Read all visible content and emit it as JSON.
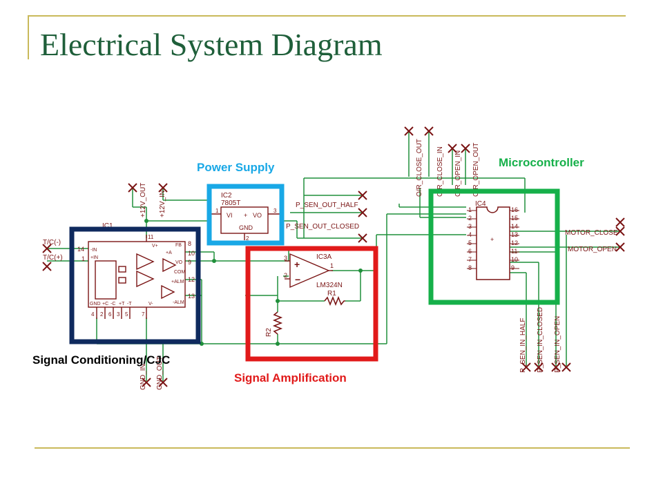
{
  "title": "Electrical System Diagram",
  "colors": {
    "title": "#1f5f3a",
    "frame": "#c9b95a",
    "signal_conditioning": "#0f2a5e",
    "power_supply": "#19a8e6",
    "signal_amplification": "#e11a1a",
    "microcontroller": "#16b04a",
    "wire": "#1f8f3a",
    "component": "#7a1414"
  },
  "blocks": {
    "signal_conditioning": "Signal Conditioning/CJC",
    "power_supply": "Power Supply",
    "signal_amplification": "Signal Amplification",
    "microcontroller": "Microcontroller"
  },
  "schematic": {
    "ic1": {
      "name": "IC1",
      "inputs": [
        "T/C(-)",
        "T/C(+)"
      ],
      "left_pins": [
        "14",
        "1"
      ],
      "left_labels": [
        "-IN",
        "+IN"
      ],
      "right_pins": [
        "8",
        "10",
        "9",
        "12",
        "13"
      ],
      "right_labels": [
        "FB",
        "+A",
        "VO",
        "COM",
        "+ALM",
        "-ALM"
      ],
      "bottom_labels": [
        "GND",
        "+C",
        "-C",
        "+T",
        "-T",
        "V-"
      ],
      "bottom_pins": [
        "4",
        "2",
        "6",
        "3",
        "5",
        "7"
      ],
      "top_label": "V+",
      "top_pin": "11"
    },
    "supply_nets": [
      "+12V_OUT",
      "+12V_IN"
    ],
    "ground_nets": [
      "GND_IN",
      "GND_OUT"
    ],
    "ic2": {
      "name": "IC2",
      "part": "7805T",
      "pins": [
        "VI",
        "VO",
        "GND"
      ],
      "pin_numbers": [
        "1",
        "3",
        "2"
      ]
    },
    "ic3": {
      "name": "IC3A",
      "part": "LM324N",
      "pins": [
        "3",
        "2",
        "1"
      ]
    },
    "r1": "R1",
    "r2": "R2",
    "ic4": {
      "name": "IC4",
      "left_pins": [
        "1",
        "2",
        "3",
        "4",
        "5",
        "6",
        "7",
        "8"
      ],
      "right_pins": [
        "16",
        "15",
        "14",
        "13",
        "12",
        "11",
        "10",
        "9"
      ]
    },
    "nets_top": [
      "O/R_CLOSE_OUT",
      "O/R_CLOSE_IN",
      "O/R_OPEN_IN",
      "O/R_OPEN_OUT"
    ],
    "nets_mid": [
      "P_SEN_OUT_HALF",
      "P_SEN_OUT_CLOSED"
    ],
    "nets_right": [
      "MOTOR_CLOSE",
      "MOTOR_OPEN"
    ],
    "nets_bottom": [
      "P_SEN_IN_HALF",
      "P_SEN_IN_CLOSED",
      "P_SEN_IN_OPEN"
    ]
  }
}
